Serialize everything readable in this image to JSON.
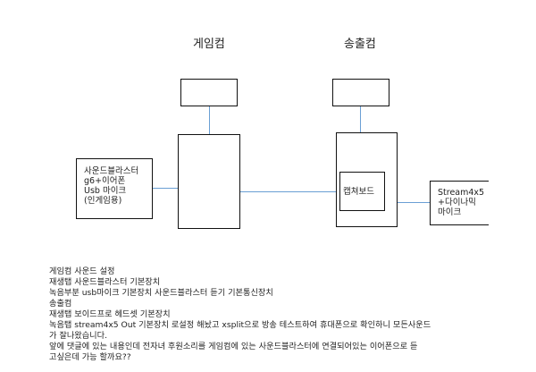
{
  "gaming_pc": {
    "title": "게임컴",
    "left_device_lines": [
      "사운드블라스터",
      "g6+이어폰",
      "Usb 마이크",
      "(인게임용)"
    ]
  },
  "streaming_pc": {
    "title": "송출컴",
    "capture_board_label": "캡쳐보드",
    "right_device_lines": [
      "Stream4x5",
      "+다이나믹",
      "마이크"
    ]
  },
  "notes": [
    "게임컴 사운드 설정",
    "재생탭 사운드블라스터 기본장치",
    "녹음부분 usb마이크 기본장치 사운드블라스터 듣기 기본통신장치",
    "송출컴",
    "재생탭 보이드프로 헤드셋 기본장치",
    "녹음탭 stream4x5 Out 기본장치 로설정 해놨고 xsplit으로 방송 테스트하여 휴대폰으로 확인하니 모든사운드",
    "가 잘나왔습니다.",
    "앞에 댓글에 있는 내용인데 전자녀 후원소리를 게임컴에 있는 사운드블라스터에 연결되어있는 이어폰으로 듣",
    "고싶은데 가능 할까요??"
  ],
  "colors": {
    "connector": "#6a9fd4",
    "box_border": "#111111",
    "text": "#222222"
  }
}
